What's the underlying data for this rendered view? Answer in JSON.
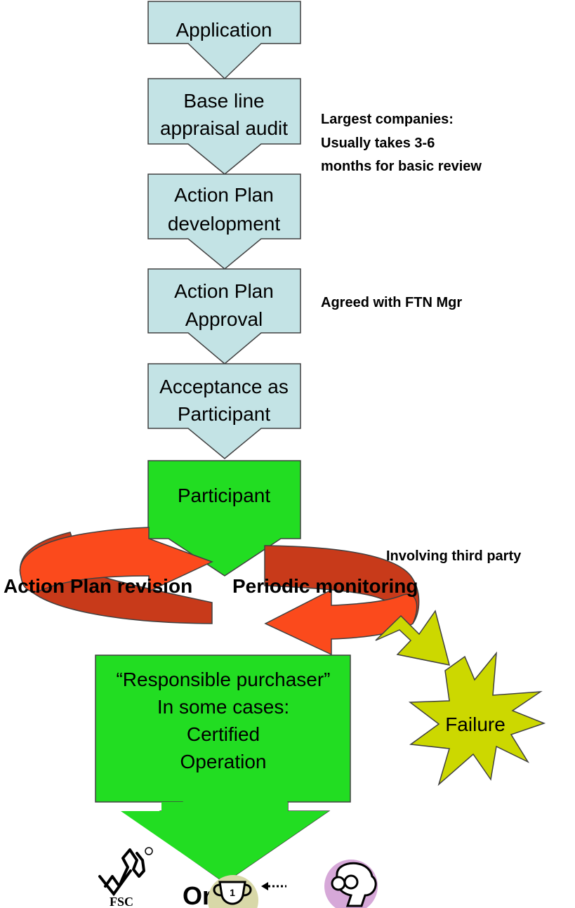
{
  "steps": [
    {
      "lines": [
        "Application"
      ]
    },
    {
      "lines": [
        "Base line",
        "appraisal audit"
      ]
    },
    {
      "lines": [
        "Action Plan",
        "development"
      ]
    },
    {
      "lines": [
        "Action Plan",
        "Approval"
      ]
    },
    {
      "lines": [
        "Acceptance as",
        "Participant"
      ]
    },
    {
      "lines": [
        "Participant"
      ]
    }
  ],
  "notes": {
    "largest_companies": [
      "Largest companies:",
      "Usually takes 3-6",
      "months for basic review"
    ],
    "agreed": "Agreed with FTN Mgr",
    "third_party": "Involving third party"
  },
  "cycle": {
    "left_label": "Action Plan revision",
    "right_label": "Periodic monitoring"
  },
  "outcome": {
    "lines": [
      "“Responsible purchaser”",
      "In some cases:",
      "Certified",
      "Operation"
    ]
  },
  "failure": {
    "label": "Failure"
  },
  "bottom": {
    "or_label": "Or",
    "fsc_label": "FSC"
  },
  "colors": {
    "step_fill": "#c3e3e5",
    "participant_fill": "#22dd22",
    "outline": "#404040",
    "cycle_arrow": "#fb4a1c",
    "cycle_arrow_dark": "#c83a1a",
    "failure_fill": "#ccd800",
    "trophy_fill": "#d8d8a8",
    "person_fill": "#d6a8d8"
  },
  "icons": [
    "fsc-tree-logo-icon",
    "trophy-icon",
    "person-icon"
  ]
}
